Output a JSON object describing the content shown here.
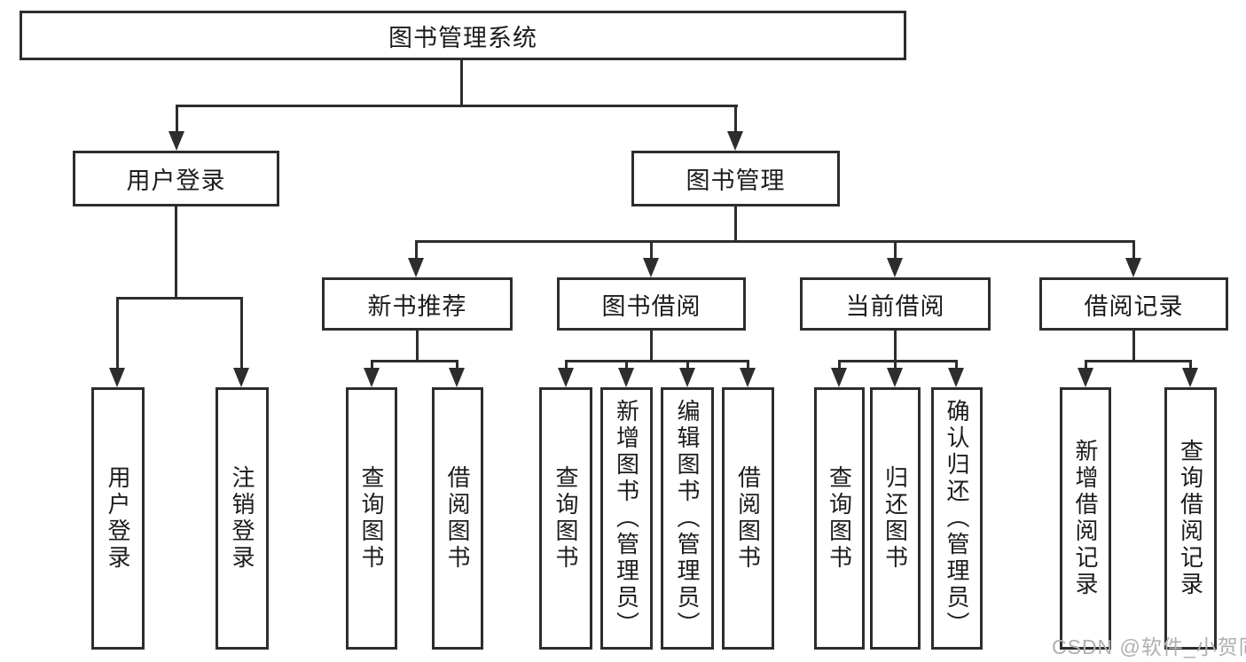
{
  "diagram": {
    "root": {
      "label": "图书管理系统"
    },
    "level2": [
      {
        "label": "用户登录"
      },
      {
        "label": "图书管理"
      }
    ],
    "level3": [
      {
        "label": "新书推荐"
      },
      {
        "label": "图书借阅"
      },
      {
        "label": "当前借阅"
      },
      {
        "label": "借阅记录"
      }
    ],
    "children": {
      "user_login": [
        "用户登录",
        "注销登录"
      ],
      "new_book_recommend": [
        "查询图书",
        "借阅图书"
      ],
      "book_borrow": [
        "查询图书",
        "新增图书（管理员）",
        "编辑图书（管理员）",
        "借阅图书"
      ],
      "current_borrow": [
        "查询图书",
        "归还图书",
        "确认归还（管理员）"
      ],
      "borrow_record": [
        "新增借阅记录",
        "查询借阅记录"
      ]
    },
    "line_color": "#2d2d2d"
  },
  "watermark": "CSDN @软件_小贺同学"
}
